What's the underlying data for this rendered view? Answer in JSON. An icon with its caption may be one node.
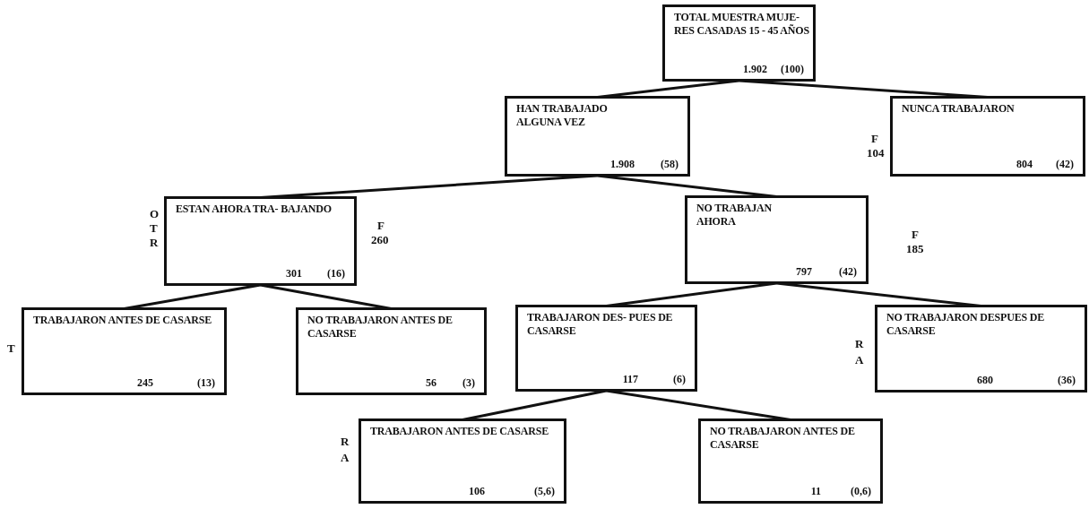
{
  "diagram": {
    "nodes": [
      {
        "text": [
          "TOTAL MUESTRA MUJE- RES CASADAS 15 - 45 AÑOS",
          "1.902",
          "(100)"
        ]
      },
      {
        "text": [
          "HAN TRABAJADO ALGUNA VEZ",
          "1.908",
          "(58)"
        ]
      },
      {
        "text": [
          "NUNCA TRABAJARON",
          "804",
          "(42)"
        ]
      },
      {
        "text": [
          "ESTAN AHORA TRA- BAJANDO",
          "301",
          "(16)"
        ]
      },
      {
        "text": [
          "NO TRABAJAN AHORA",
          "797",
          "(42)"
        ]
      },
      {
        "text": [
          "TRABAJARON ANTES DE CASARSE",
          "245",
          "(13)"
        ]
      },
      {
        "text": [
          "NO TRABAJARON ANTES DE CASARSE",
          "56",
          "(3)"
        ]
      },
      {
        "text": [
          "TRABAJARON DES- PUES DE CASARSE",
          "117",
          "(6)"
        ]
      },
      {
        "text": [
          "NO TRABAJARON DESPUES DE CASARSE",
          "680",
          "(36)"
        ]
      },
      {
        "text": [
          "TRABAJARON ANTES DE CASARSE",
          "106",
          "(5,6)"
        ]
      },
      {
        "text": [
          "NO TRABAJARON ANTES DE CASARSE",
          "11",
          "(0,6)"
        ]
      }
    ],
    "edges": [
      {
        "from": 0,
        "to": 1,
        "arrow": "none"
      },
      {
        "from": 0,
        "to": 2,
        "arrow": "none"
      },
      {
        "from": 1,
        "to": 3,
        "arrow": "none"
      },
      {
        "from": 1,
        "to": 4,
        "arrow": "none"
      },
      {
        "from": 3,
        "to": 5,
        "arrow": "none"
      },
      {
        "from": 3,
        "to": 6,
        "arrow": "none"
      },
      {
        "from": 4,
        "to": 7,
        "arrow": "none"
      },
      {
        "from": 4,
        "to": 8,
        "arrow": "none"
      },
      {
        "from": 7,
        "to": 9,
        "arrow": "none"
      },
      {
        "from": 7,
        "to": 10,
        "arrow": "none"
      }
    ],
    "labels": [
      "F",
      "104",
      "O",
      "T",
      "R",
      "F",
      "260",
      "F",
      "185",
      "T",
      "R",
      "A",
      "R",
      "A"
    ]
  }
}
